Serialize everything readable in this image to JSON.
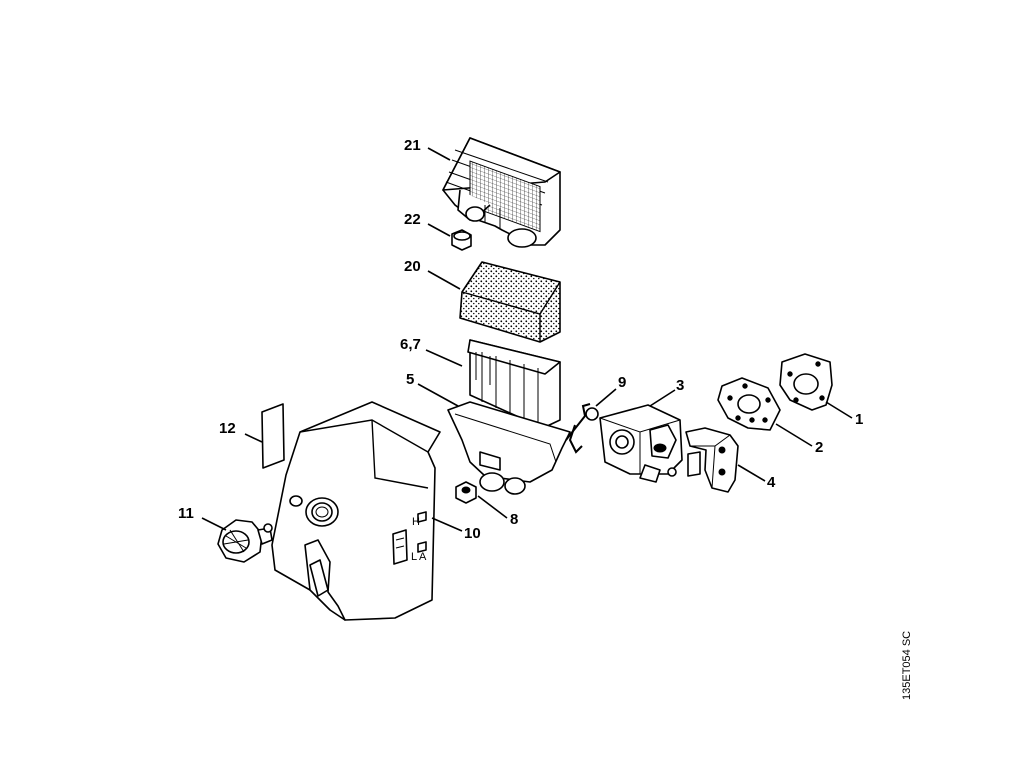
{
  "callouts": {
    "c1": "1",
    "c2": "2",
    "c3": "3",
    "c4": "4",
    "c5": "5",
    "c67": "6,7",
    "c8": "8",
    "c9": "9",
    "c10": "10",
    "c11": "11",
    "c12": "12",
    "c20": "20",
    "c21": "21",
    "c22": "22"
  },
  "cover_markings": {
    "h": "H",
    "l": "L",
    "a": "A"
  },
  "drawing_code": "135ET054 SC"
}
